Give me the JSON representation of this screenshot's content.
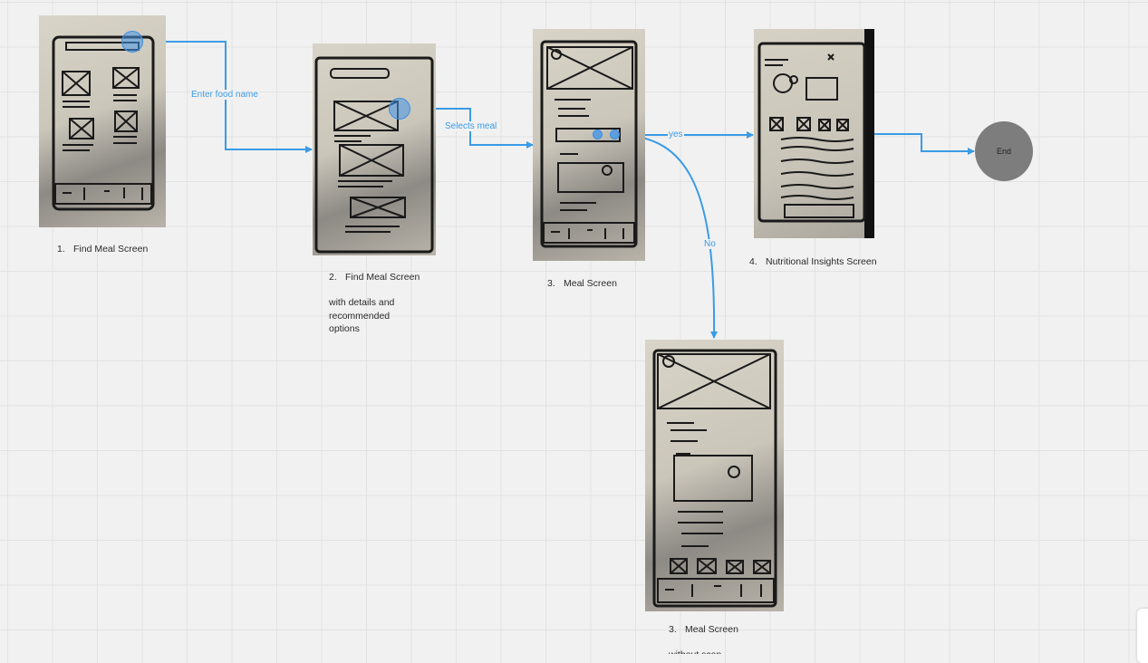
{
  "frames": [
    {
      "id": "s1",
      "number": "1.",
      "title": "Find Meal Screen",
      "subtitle": ""
    },
    {
      "id": "s2",
      "number": "2.",
      "title": "Find Meal Screen",
      "subtitle": "with details and recommended options"
    },
    {
      "id": "s3",
      "number": "3.",
      "title": "Meal Screen",
      "subtitle": ""
    },
    {
      "id": "s4",
      "number": "4.",
      "title": "Nutritional Insights Screen",
      "subtitle": ""
    },
    {
      "id": "s5",
      "number": "3.",
      "title": "Meal Screen",
      "subtitle": "without scan..."
    }
  ],
  "connectors": [
    {
      "from": "s1",
      "to": "s2",
      "label": "Enter food name"
    },
    {
      "from": "s2",
      "to": "s3",
      "label": "Selects meal"
    },
    {
      "from": "s3",
      "to": "s4",
      "label": "yes"
    },
    {
      "from": "s3",
      "to": "s5",
      "label": "No"
    },
    {
      "from": "s4",
      "to": "end",
      "label": ""
    }
  ],
  "end_node": {
    "label": "End",
    "color": "#7d7d7d"
  },
  "accent_color": "#3a9be6"
}
